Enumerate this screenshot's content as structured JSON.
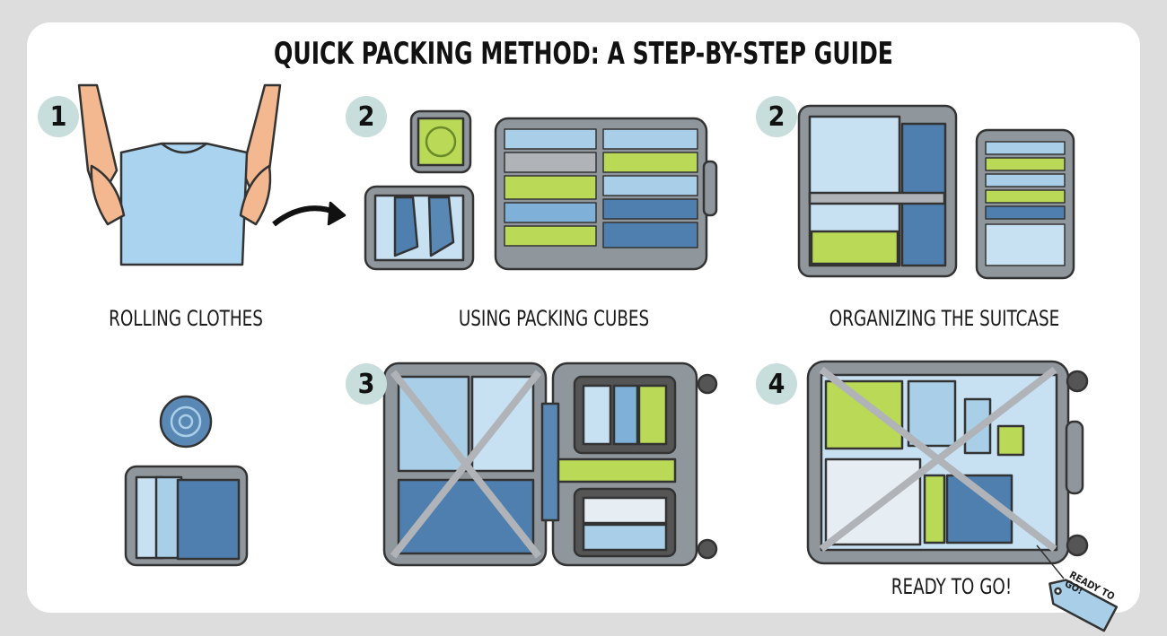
{
  "title": "QUICK PACKING METHOD: A STEP-BY-STEP GUIDE",
  "steps": [
    {
      "number": "1",
      "label": "ROLLING CLOTHES"
    },
    {
      "number": "2",
      "label": "USING PACKING CUBES"
    },
    {
      "number": "2",
      "label": "ORGANIZING THE SUITCASE"
    },
    {
      "number": "3",
      "label": ""
    },
    {
      "number": "4",
      "label": "READY TO GO!"
    }
  ],
  "tag_text": "READY TO GO!",
  "colors": {
    "blue": "#a9cfe8",
    "denim": "#4f7fae",
    "lime": "#b9d957",
    "gray": "#8f969c",
    "badge": "#c8dedc"
  }
}
